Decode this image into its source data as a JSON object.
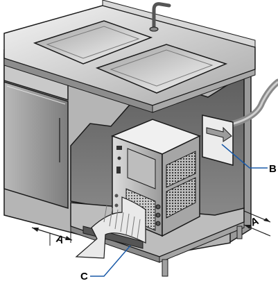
{
  "illustration": {
    "subject": "undersink-cabinet-with-double-sink-and-ice-machine",
    "colors": {
      "steel_light": "#eeeeee",
      "steel_mid": "#c4c4c4",
      "steel_dark": "#8d8d8d",
      "cabinet_dark": "#6a6a6a",
      "outline": "#1a1a1a",
      "callout_blue": "#1a5aa8"
    }
  },
  "callouts": {
    "a_left": "A",
    "a_right": "A",
    "b": "B",
    "c": "C"
  }
}
